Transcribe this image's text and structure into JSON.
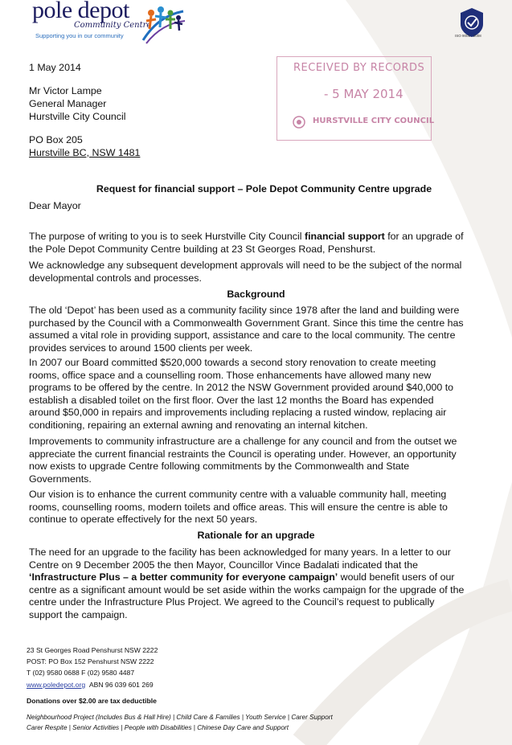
{
  "letterhead": {
    "logo_name": "pole depot",
    "logo_subtitle": "Community Centre",
    "tagline": "Supporting you in our community",
    "certification_text": "ISO 9001 : 2008",
    "logo_icon": "people-figures-icon",
    "cert_icon": "certification-seal-icon"
  },
  "date": "1 May 2014",
  "recipient": {
    "name": "Mr Victor Lampe",
    "title": "General Manager",
    "organisation": "Hurstville City Council",
    "po_box": "PO Box 205",
    "locality": "Hurstville BC, NSW 1481"
  },
  "stamp": {
    "line1": "RECEIVED BY RECORDS",
    "line2": "- 5 MAY 2014",
    "line3": "HURSTVILLE CITY COUNCIL",
    "color": "#c784a6"
  },
  "subject": "Request for financial support – Pole Depot Community Centre upgrade",
  "salutation": "Dear Mayor",
  "intro": {
    "p1_a": "The purpose of writing to you is to seek Hurstville City Council ",
    "p1_bold": "financial support",
    "p1_b": " for an upgrade of",
    "p1_line2": "the Pole Depot Community Centre building at 23 St Georges Road, Penshurst.",
    "p2_line1": "We acknowledge any subsequent development approvals will need to be the subject of the normal",
    "p2_line2": "developmental controls and processes."
  },
  "background": {
    "heading": "Background",
    "p1": [
      "The old ‘Depot’ has been used as a community facility since 1978 after the land and building were",
      "purchased by the Council with a Commonwealth Government Grant. Since this time the centre has",
      "assumed a vital role in providing support, assistance and care to the local community. The centre",
      "provides services to around 1500 clients per week."
    ],
    "p2": [
      "In 2007 our Board committed $520,000 towards a second story renovation to create meeting",
      "rooms, office space and a counselling room. Those enhancements have allowed many new",
      "programs to be offered by the centre. In 2012 the NSW Government provided around $40,000 to",
      "establish a disabled toilet on the first floor.  Over the last 12 months the Board has expended",
      "around $50,000 in repairs and improvements including replacing a rusted window, replacing air",
      "conditioning, repairing an external awning and renovating an internal kitchen."
    ],
    "p3": [
      "Improvements to community infrastructure are a challenge for any council and from the outset we",
      "appreciate the current financial restraints the Council is operating under. However, an opportunity",
      "now exists to upgrade Centre following commitments by the Commonwealth and State",
      "Governments."
    ],
    "p4": [
      "Our vision is to enhance the current community centre with a valuable community hall, meeting",
      "rooms, counselling rooms, modern toilets and office areas. This will ensure the centre is able to",
      "continue to operate effectively for the next 50 years."
    ]
  },
  "rationale": {
    "heading": "Rationale for an upgrade",
    "l1": "The need for an upgrade to the facility has been acknowledged for many years. In a letter to our",
    "l2": "Centre on 9 December 2005 the then Mayor, Councillor Vince Badalati indicated that the",
    "l3_bold": "‘Infrastructure Plus – a better community for everyone campaign’",
    "l3_rest": " would benefit users of our",
    "l4": "centre as a significant amount would be set aside within the works campaign for the upgrade of the",
    "l5": "centre under the Infrastructure Plus Project. We agreed to the Council’s request to publically",
    "l6": "support the campaign."
  },
  "footer": {
    "address": "23 St Georges Road Penshurst NSW 2222",
    "postal": "POST: PO Box 152 Penshurst NSW 2222",
    "phone": "T (02) 9580 0688    F (02) 9580 4487",
    "website": "www.poledepot.org",
    "abn": "ABN 96 039 601 269",
    "donations": "Donations over $2.00 are tax deductible",
    "services_line1": "Neighbourhood Project (Includes Bus & Hall Hire) | Child Care & Families | Youth Service | Carer Support",
    "services_line2": "Carer Respite | Senior Activities | People with Disabilities | Chinese Day Care and Support"
  }
}
